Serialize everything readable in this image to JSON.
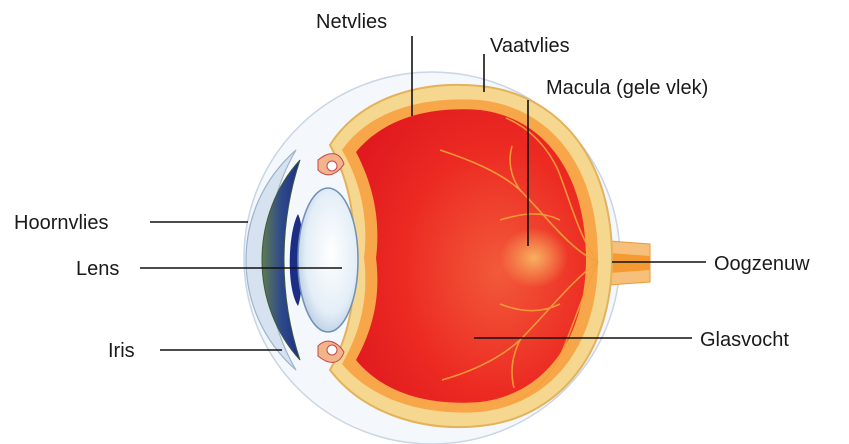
{
  "labels": {
    "netvlies": "Netvlies",
    "vaatvlies": "Vaatvlies",
    "macula": "Macula (gele vlek)",
    "hoornvlies": "Hoornvlies",
    "lens": "Lens",
    "oogzenuw": "Oogzenuw",
    "iris": "Iris",
    "glasvocht": "Glasvocht"
  },
  "colors": {
    "sclera": "#f7e6b0",
    "vitreous": "#ee2222",
    "retina": "#f59a3a",
    "lens": "#dfeaf4",
    "iris_blue": "#1c2d86",
    "iris_green": "#5f7a52",
    "cornea": "#d4e0ee",
    "macula": "#f7a24a",
    "nerve": "#f4a030"
  }
}
